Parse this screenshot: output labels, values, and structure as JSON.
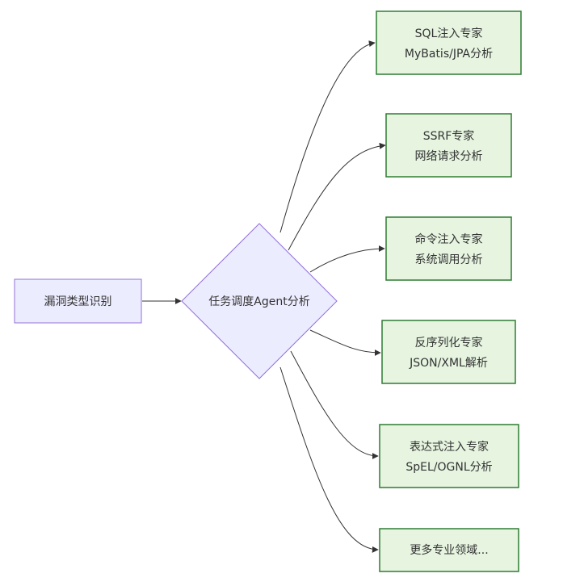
{
  "colors": {
    "input_fill": "#ececff",
    "input_stroke": "#9370db",
    "expert_fill": "#e6f4e0",
    "expert_stroke": "#2e7d32",
    "edge": "#333333",
    "text": "#333333"
  },
  "nodes": {
    "input": {
      "label": "漏洞类型识别"
    },
    "dispatcher": {
      "label": "任务调度Agent分析"
    },
    "experts": [
      {
        "line1": "SQL注入专家",
        "line2": "MyBatis/JPA分析"
      },
      {
        "line1": "SSRF专家",
        "line2": "网络请求分析"
      },
      {
        "line1": "命令注入专家",
        "line2": "系统调用分析"
      },
      {
        "line1": "反序列化专家",
        "line2": "JSON/XML解析"
      },
      {
        "line1": "表达式注入专家",
        "line2": "SpEL/OGNL分析"
      },
      {
        "line1": "更多专业领域..."
      }
    ]
  }
}
